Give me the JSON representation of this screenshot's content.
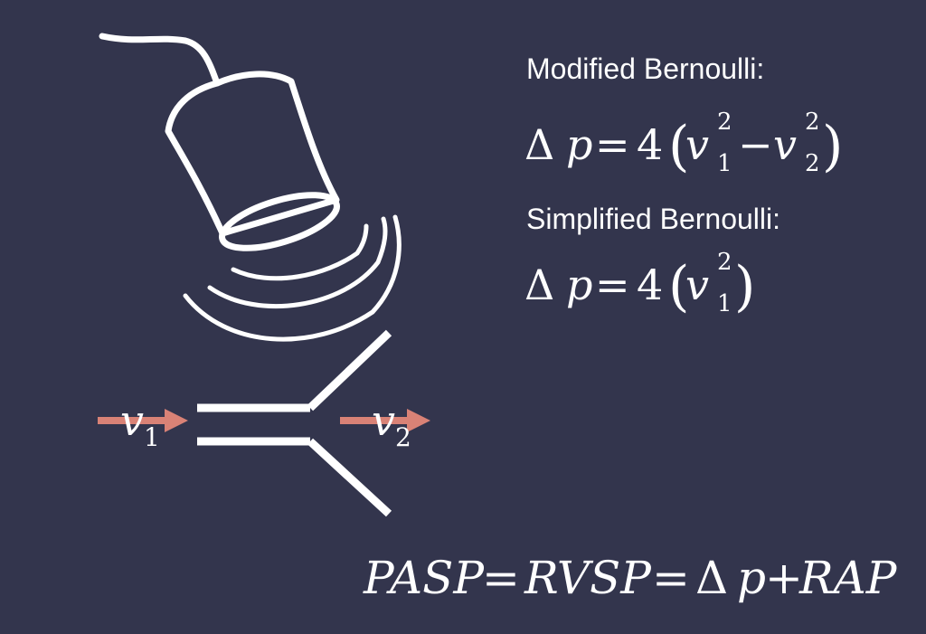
{
  "colors": {
    "background": "#33354d",
    "foreground": "#ffffff",
    "arrow": "#d98276"
  },
  "icons": {
    "probe": "ultrasound-probe-icon",
    "waves": "ultrasound-wave-icon"
  },
  "headings": {
    "modified": "Modified Bernoulli:",
    "simplified": "Simplified Bernoulli:"
  },
  "formulas": {
    "modified": {
      "delta": "Δ",
      "p": "p",
      "eq": "=",
      "coef": "4",
      "lparen": "(",
      "v1": "v",
      "v1_sub": "1",
      "v1_sup": "2",
      "minus": "−",
      "v2": "v",
      "v2_sub": "2",
      "v2_sup": "2",
      "rparen": ")"
    },
    "simplified": {
      "delta": "Δ",
      "p": "p",
      "eq": "=",
      "coef": "4",
      "lparen": "(",
      "v1": "v",
      "v1_sub": "1",
      "v1_sup": "2",
      "rparen": ")"
    },
    "pasp": {
      "pasp": "PASP",
      "eq1": "=",
      "rvsp": "RVSP",
      "eq2": "=",
      "delta": "Δ",
      "p": "p",
      "plus": "+",
      "rap": "RAP"
    }
  },
  "flow": {
    "v1": "v",
    "v1_sub": "1",
    "v2": "v",
    "v2_sub": "2"
  }
}
